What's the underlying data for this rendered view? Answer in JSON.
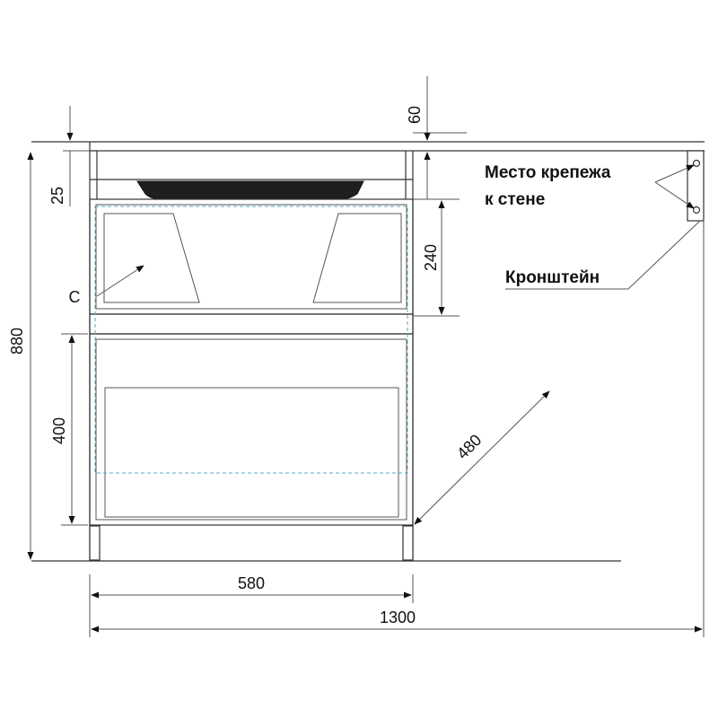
{
  "dimensions": {
    "top_gap": "60",
    "panel": "25",
    "drawer_top": "240",
    "height_total": "880",
    "drawer_bottom": "400",
    "depth": "480",
    "width_cabinet": "580",
    "width_total": "1300"
  },
  "labels": {
    "mount_line1": "Место крепежа",
    "mount_line2": "к стене",
    "bracket": "Кронштейн",
    "callout_c": "С"
  }
}
